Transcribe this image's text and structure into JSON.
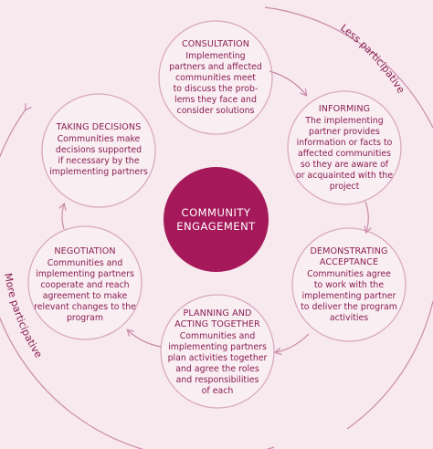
{
  "center": {
    "line1": "COMMUNITY",
    "line2": "ENGAGEMENT"
  },
  "scale": {
    "less_label": "Less participative",
    "more_label": "More participative"
  },
  "nodes": [
    {
      "id": "consultation",
      "title": "CONSULTATION",
      "lines": [
        "Implementing",
        "partners and affected",
        "communities meet",
        "to discuss the prob-",
        "lems they face and",
        "consider solutions"
      ]
    },
    {
      "id": "informing",
      "title": "INFORMING",
      "lines": [
        "The implementing",
        "partner provides",
        "information or facts to",
        "affected communities",
        "so they are aware of",
        "or acquainted with the",
        "project"
      ]
    },
    {
      "id": "demonstrating",
      "title_lines": [
        "DEMONSTRATING",
        "ACCEPTANCE"
      ],
      "lines": [
        "Communities agree",
        "to work with the",
        "implementing partner",
        "to deliver the program",
        "activities"
      ]
    },
    {
      "id": "planning",
      "title_lines": [
        "PLANNING AND",
        "ACTING TOGETHER"
      ],
      "lines": [
        "Communities and",
        "implementing partners",
        "plan activities together",
        "and agree the roles",
        "and responsibilities",
        "of each"
      ]
    },
    {
      "id": "negotiation",
      "title": "NEGOTIATION",
      "lines": [
        "Communities and",
        "implementing partners",
        "cooperate and reach",
        "agreement to make",
        "relevant changes to the",
        "program"
      ]
    },
    {
      "id": "taking",
      "title": "TAKING DECISIONS",
      "lines": [
        "Communities make",
        "decisions supported",
        "if necessary by the",
        "implementing partners"
      ]
    }
  ],
  "colors": {
    "background": "#f7e9ee",
    "accent": "#a5195a",
    "text": "#8a1e52",
    "circle_stroke": "#d9a9bf",
    "arrow": "#c98aa8"
  }
}
